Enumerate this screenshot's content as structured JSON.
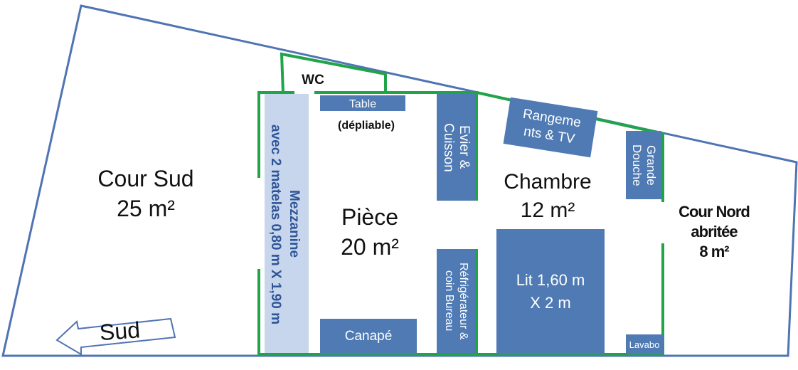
{
  "colors": {
    "outline": "#4f74b3",
    "walls": "#21a34a",
    "furniture": "#4f7ab3",
    "mezzanine_fill": "#c7d6ec",
    "mezzanine_text": "#2f5597"
  },
  "zones": {
    "cour_sud": "Cour Sud\n25 m²",
    "piece": "Pièce\n20 m²",
    "chambre": "Chambre\n12 m²",
    "cour_nord": "Cour Nord\nabritée\n8 m²",
    "wc": "WC"
  },
  "furniture": {
    "table": "Table",
    "table_note": "(dépliable)",
    "evier": "Evier &\nCuisson",
    "rangements": "Rangeme\nnts & TV",
    "grande_douche": "Grande\nDouche",
    "mezzanine": "Mezzanine\navec 2 matelas  0,80 m X 1,90 m",
    "refrigerateur": "Réfrigérateur &\ncoin Bureau",
    "canape": "Canapé",
    "lit": "Lit 1,60 m\nX 2 m",
    "lavabo": "Lavabo"
  },
  "compass": {
    "label": "Sud",
    "arrow_icon": "arrow-left-icon"
  }
}
